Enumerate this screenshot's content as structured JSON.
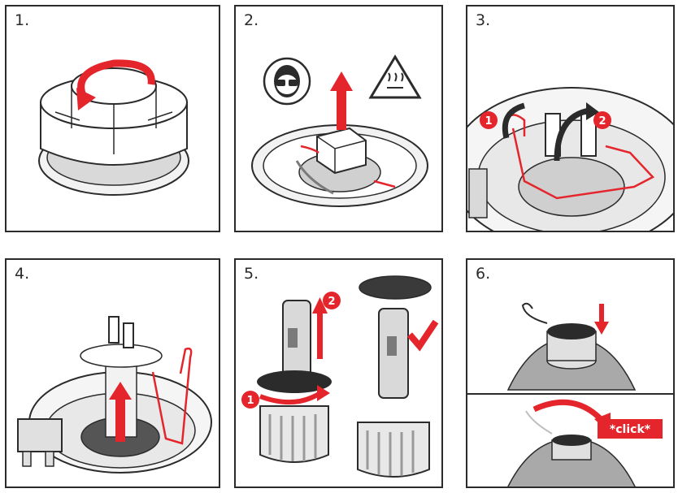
{
  "steps": [
    {
      "label": "1."
    },
    {
      "label": "2."
    },
    {
      "label": "3."
    },
    {
      "label": "4."
    },
    {
      "label": "5."
    },
    {
      "label": "6."
    }
  ],
  "badges": {
    "one": "1",
    "two": "2"
  },
  "click_label": "*click*",
  "colors": {
    "accent": "#e4262c",
    "line": "#2b2b2b",
    "gray": "#bfbfbf",
    "dark_gray": "#7a7a7a"
  }
}
